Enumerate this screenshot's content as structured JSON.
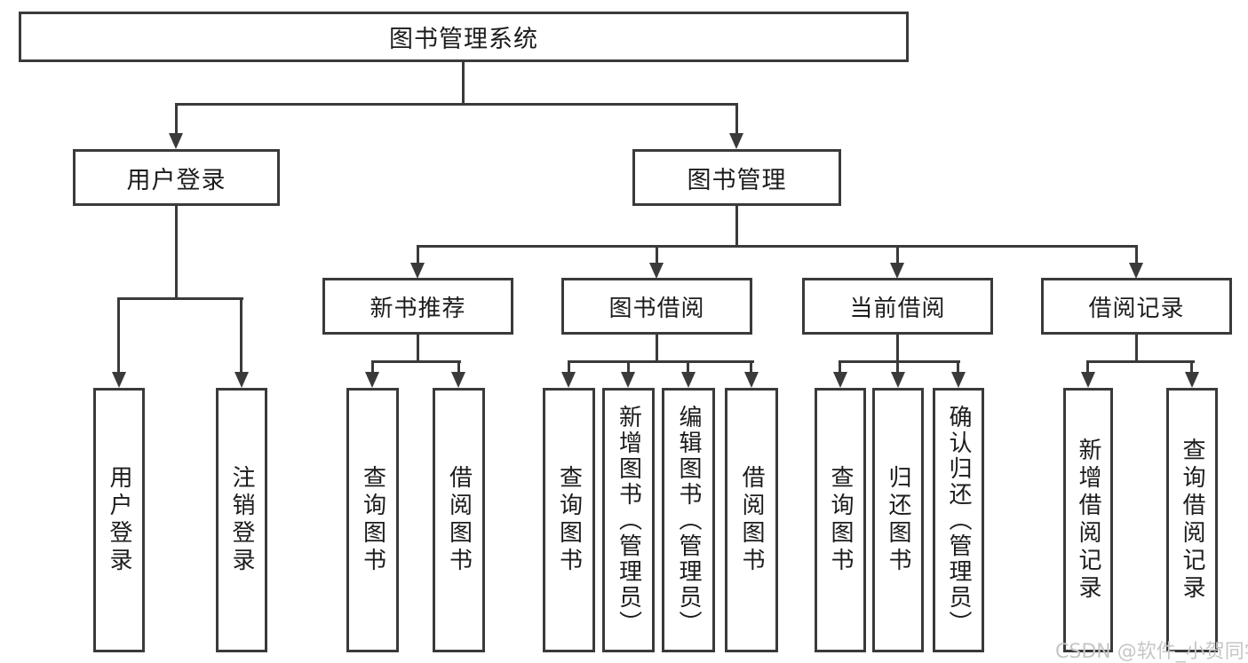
{
  "diagram": {
    "root": {
      "label": "图书管理系统"
    },
    "level2": {
      "user_login": {
        "label": "用户登录"
      },
      "book_management": {
        "label": "图书管理"
      }
    },
    "level3": {
      "new_book_recommend": {
        "label": "新书推荐"
      },
      "book_borrowing": {
        "label": "图书借阅"
      },
      "current_borrowing": {
        "label": "当前借阅"
      },
      "borrowing_records": {
        "label": "借阅记录"
      }
    },
    "leaves": {
      "user_login": [
        "用户登录",
        "注销登录"
      ],
      "new_book_recommend": [
        "查询图书",
        "借阅图书"
      ],
      "book_borrowing": [
        "查询图书",
        "新增图书（管理员）",
        "编辑图书（管理员）",
        "借阅图书"
      ],
      "current_borrowing": [
        "查询图书",
        "归还图书",
        "确认归还（管理员）"
      ],
      "borrowing_records": [
        "新增借阅记录",
        "查询借阅记录"
      ]
    }
  },
  "watermark": {
    "text": "CSDN @软件_小贺同学"
  },
  "colors": {
    "line": "#3a3a3a",
    "text": "#1c1c1c",
    "watermark": "#c6c6c6",
    "background": "#ffffff"
  }
}
